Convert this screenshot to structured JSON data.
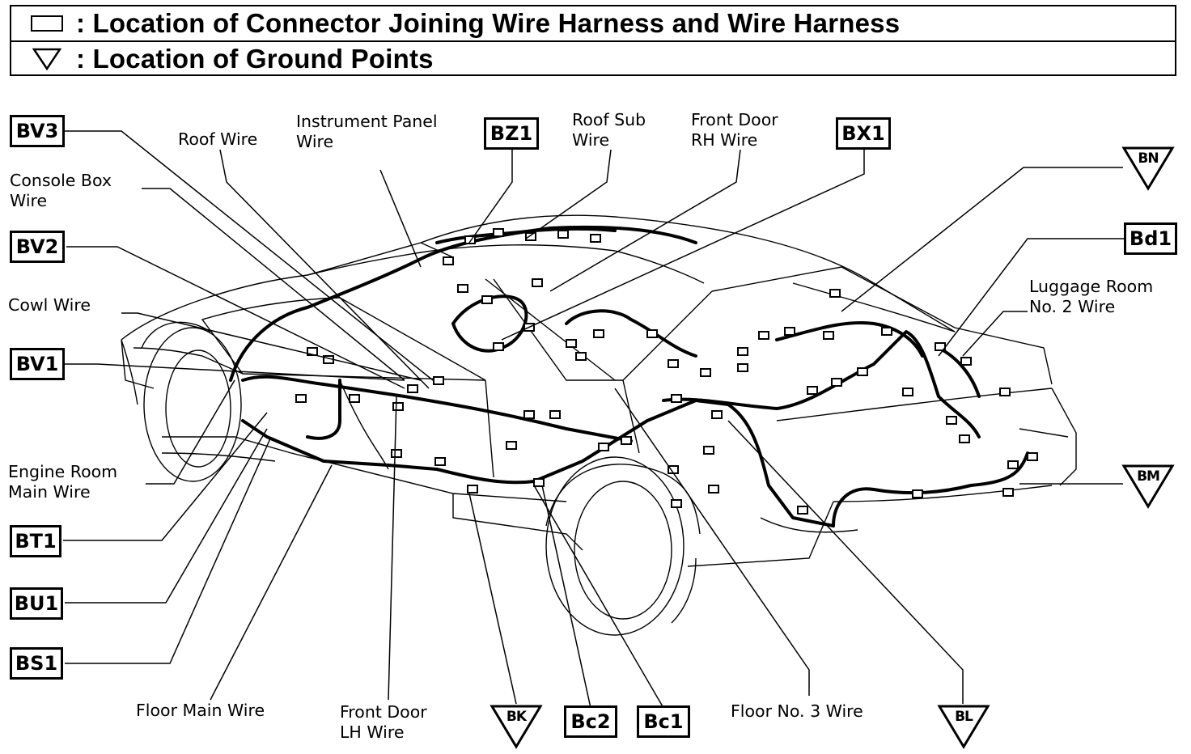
{
  "legend": {
    "connector_symbol": "connector-box-icon",
    "connector_text": ": Location of Connector Joining Wire Harness and Wire Harness",
    "ground_symbol": "ground-triangle-icon",
    "ground_text": ": Location of Ground Points"
  },
  "wire_labels": {
    "roof_wire": "Roof Wire",
    "instrument_panel_wire": "Instrument Panel\nWire",
    "roof_sub_wire": "Roof Sub\nWire",
    "front_door_rh_wire": "Front Door\nRH Wire",
    "console_box_wire": "Console Box\nWire",
    "cowl_wire": "Cowl Wire",
    "luggage_room_no2_wire": "Luggage Room\nNo. 2 Wire",
    "engine_room_main_wire": "Engine Room\nMain Wire",
    "floor_main_wire": "Floor Main Wire",
    "front_door_lh_wire": "Front Door\nLH Wire",
    "floor_no3_wire": "Floor No. 3 Wire"
  },
  "connectors": {
    "bv3": "BV3",
    "bz1": "BZ1",
    "bx1": "BX1",
    "bv2": "BV2",
    "bv1": "BV1",
    "bd1": "Bd1",
    "bt1": "BT1",
    "bu1": "BU1",
    "bs1": "BS1",
    "bc2": "Bc2",
    "bc1": "Bc1"
  },
  "grounds": {
    "bn": "BN",
    "bm": "BM",
    "bk": "BK",
    "bl": "BL"
  }
}
